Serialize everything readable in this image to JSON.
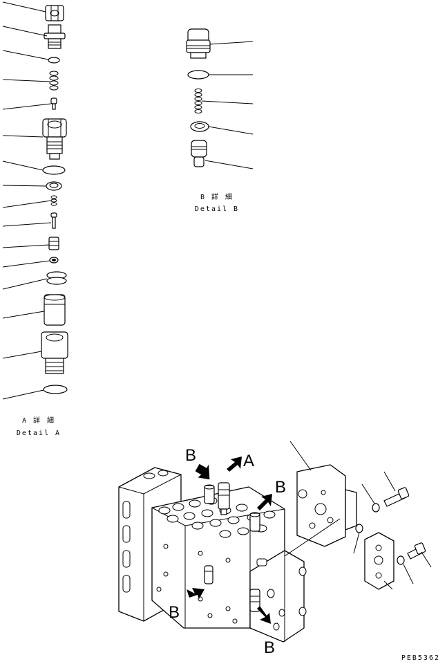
{
  "detail_a": {
    "label_jp": "A 詳 細",
    "label_en": "Detail A"
  },
  "detail_b": {
    "label_jp": "B 詳 細",
    "label_en": "Detail B"
  },
  "arrow_labels": {
    "a": "A",
    "b": "B"
  },
  "drawing_code": "PEB5362"
}
